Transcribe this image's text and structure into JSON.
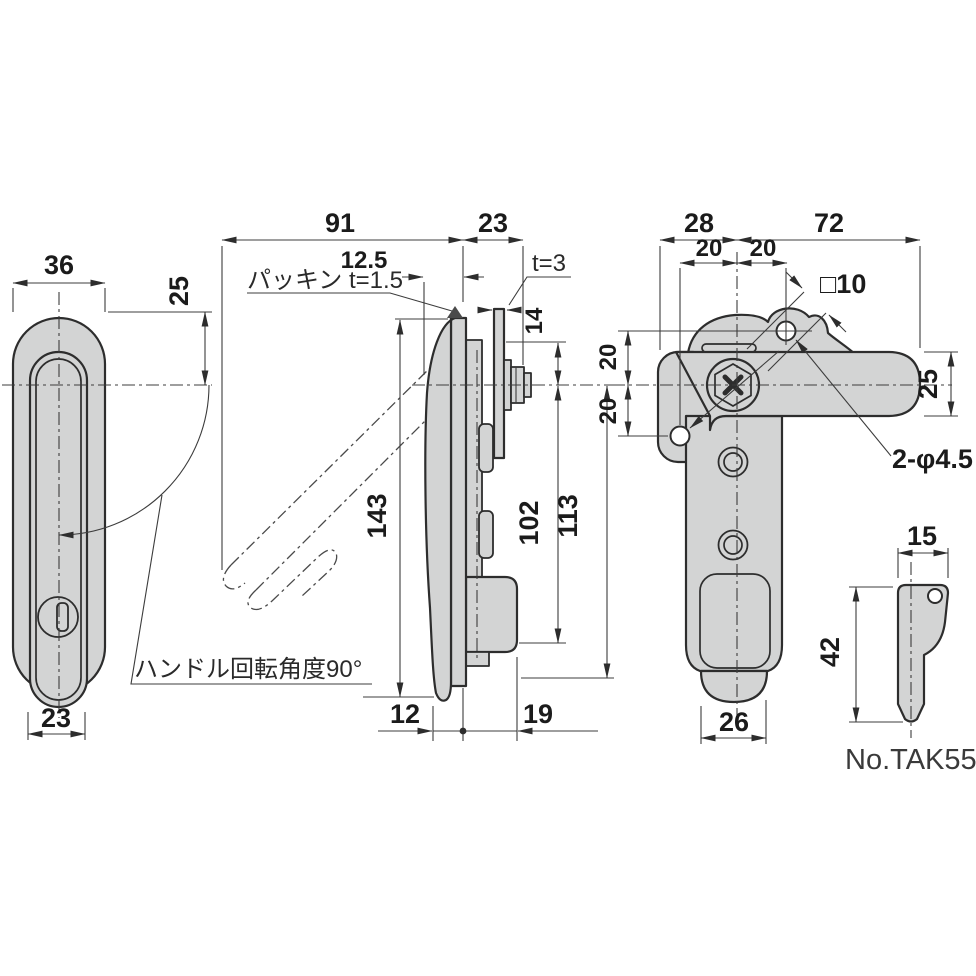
{
  "part_number": "No.TAK55",
  "colors": {
    "background": "#ffffff",
    "part_fill": "#d3d4d4",
    "outline": "#2d2d2d",
    "dimension_lines": "#3c3c3c",
    "text": "#1b1b1b"
  },
  "front_view": {
    "base_width": "36",
    "handle_width": "23",
    "top_offset": "25",
    "rotation_label": "ハンドル回転角度90°"
  },
  "side_view": {
    "open_reach": "91",
    "rear_depth": "23",
    "front_offset": "12.5",
    "packing_label": "パッキン t=1.5",
    "panel_label": "t=3",
    "top_to_center": "14",
    "total_height": "143",
    "center_to_block": "102",
    "center_to_bottom": "113",
    "tip_offset": "12",
    "behind_panel": "19"
  },
  "rear_view": {
    "left_span": "28",
    "right_span": "72",
    "hole_left": "20",
    "hole_right": "20",
    "hole_up": "20",
    "hole_down": "20",
    "square_label": "□10",
    "holes_label": "2-φ4.5",
    "arm_width": "25",
    "body_width": "26"
  },
  "key_view": {
    "width": "15",
    "length": "42"
  }
}
